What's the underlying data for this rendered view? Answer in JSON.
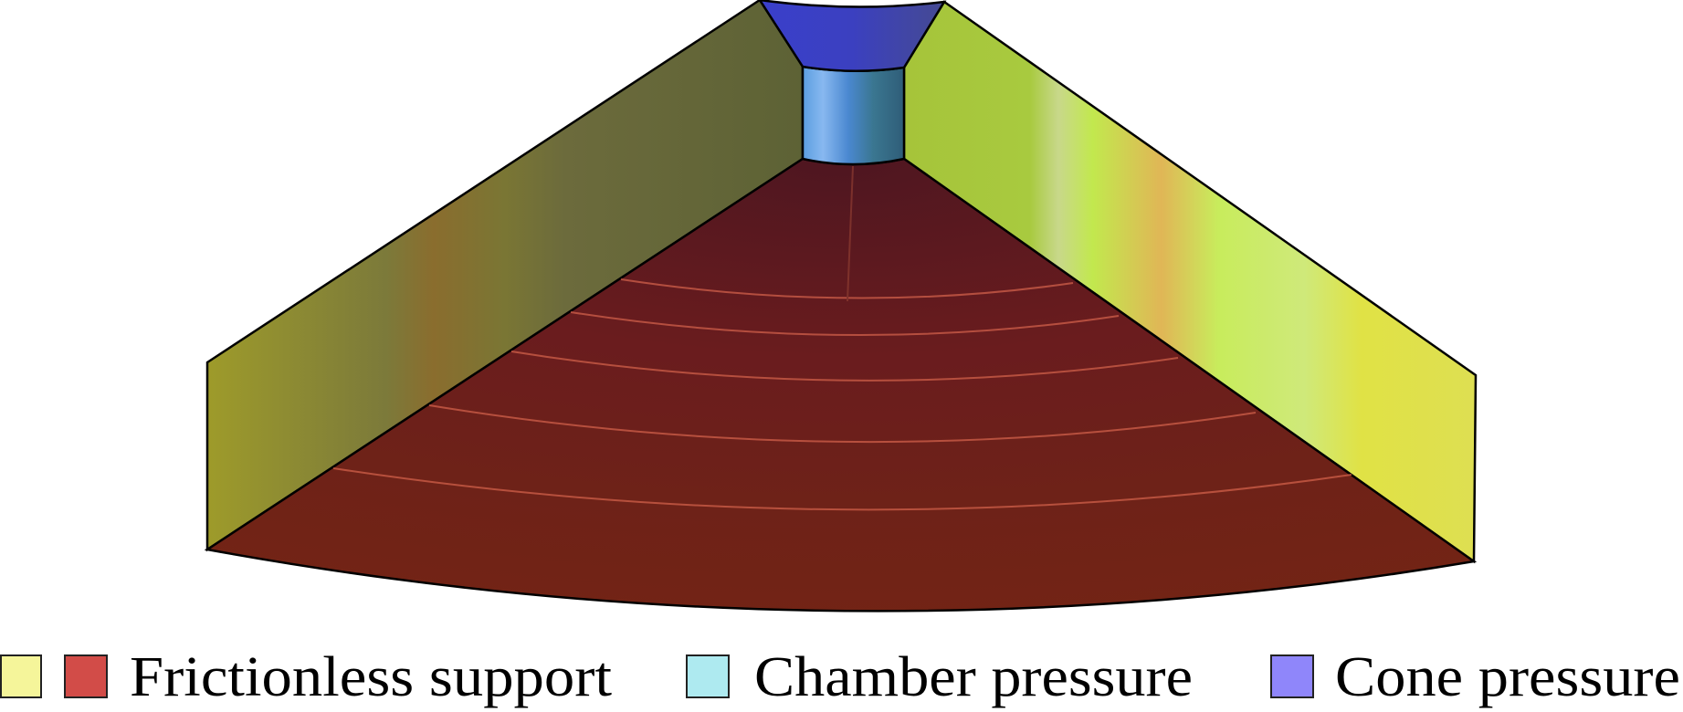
{
  "legend": [
    {
      "label": "Frictionless support",
      "colors": [
        "#f5f59a",
        "#d24c48"
      ]
    },
    {
      "label": "Chamber pressure",
      "colors": [
        "#aeeaf0"
      ]
    },
    {
      "label": "Cone pressure",
      "colors": [
        "#8f86fa"
      ]
    }
  ]
}
